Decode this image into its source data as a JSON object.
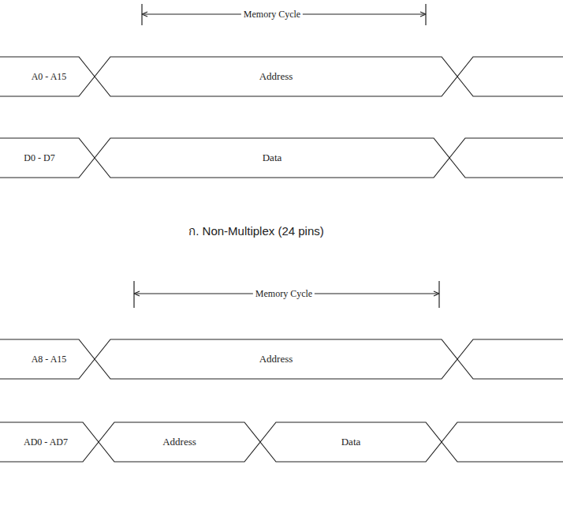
{
  "diagram": {
    "caption": "ก. Non-Multiplex (24 pins)",
    "nodes": [
      {
        "text": [
          "Address"
        ]
      },
      {
        "text": [
          "Data"
        ]
      },
      {
        "text": [
          "Address"
        ]
      },
      {
        "text": [
          "Address"
        ]
      },
      {
        "text": [
          "Data"
        ]
      }
    ],
    "labels": [
      "Memory Cycle",
      "A0 - A15",
      "D0 - D7",
      "Memory Cycle",
      "A8 - A15",
      "AD0 - AD7"
    ]
  }
}
